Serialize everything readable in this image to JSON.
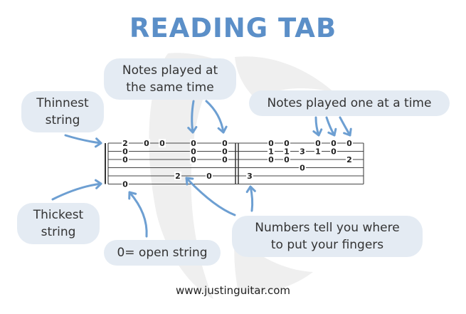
{
  "title": "READING TAB",
  "labels": {
    "same_time": [
      "Notes played at",
      "the same time"
    ],
    "one_at_a_time": [
      "Notes played one at a time"
    ],
    "thinnest": [
      "Thinnest",
      "string"
    ],
    "thickest": [
      "Thickest",
      "string"
    ],
    "open_string": [
      "0= open string"
    ],
    "numbers": [
      "Numbers tell you where",
      "to put your fingers"
    ]
  },
  "footer": "www.justinguitar.com",
  "colors": {
    "accent": "#5b8fc8",
    "arrow": "#6d9fd2",
    "bubble": "#e4ebf3",
    "watermark": "#eeeeee"
  },
  "tab": {
    "strings": 6,
    "measure1": [
      {
        "string": 1,
        "fret": "2"
      },
      {
        "string": 1,
        "fret": "0"
      },
      {
        "string": 1,
        "fret": "0"
      },
      {
        "string": 1,
        "fret": "0"
      },
      {
        "string": 1,
        "fret": "0"
      },
      {
        "string": 2,
        "fret": "0"
      },
      {
        "string": 2,
        "fret": "0"
      },
      {
        "string": 2,
        "fret": "0"
      },
      {
        "string": 3,
        "fret": "0"
      },
      {
        "string": 3,
        "fret": "0"
      },
      {
        "string": 3,
        "fret": "0"
      },
      {
        "string": 5,
        "fret": "2"
      },
      {
        "string": 5,
        "fret": "0"
      },
      {
        "string": 6,
        "fret": "0"
      }
    ],
    "measure2": [
      {
        "string": 1,
        "fret": "0"
      },
      {
        "string": 1,
        "fret": "0"
      },
      {
        "string": 1,
        "fret": "0"
      },
      {
        "string": 1,
        "fret": "0"
      },
      {
        "string": 1,
        "fret": "0"
      },
      {
        "string": 2,
        "fret": "1"
      },
      {
        "string": 2,
        "fret": "1"
      },
      {
        "string": 2,
        "fret": "3"
      },
      {
        "string": 2,
        "fret": "1"
      },
      {
        "string": 2,
        "fret": "0"
      },
      {
        "string": 3,
        "fret": "0"
      },
      {
        "string": 3,
        "fret": "0"
      },
      {
        "string": 3,
        "fret": "2"
      },
      {
        "string": 4,
        "fret": "0"
      },
      {
        "string": 5,
        "fret": "3"
      }
    ]
  }
}
